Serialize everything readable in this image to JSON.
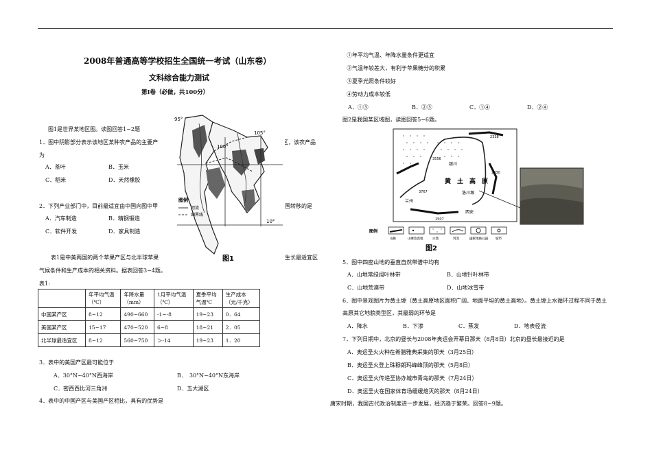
{
  "header": {
    "title": "2008年普通高等学校招生全国统一考试（山东卷）",
    "subtitle": "文科综合能力测试",
    "part": "第Ⅰ卷（必做，共100分）"
  },
  "left": {
    "intro": "图1是世界某地区图。读图回答1~2题",
    "q1_a": "1．图中阴影部分表示该地区某种农产品的主要产",
    "q1_b": "区，该农产品",
    "q1_c": "为",
    "q1_opts": [
      "A．茶叶",
      "B．玉米",
      "C．稻米",
      "D．天然橡胶"
    ],
    "q2_a": "2．下列产业部门中，目前最适宜由中国向图中甲",
    "q2_b": "国转移的是",
    "q2_opts": [
      "A．汽车制造",
      "B．精钢锻造",
      "C．软件开发",
      "D．家具制造"
    ],
    "table_intro_a": "表1是中美两国的两个苹果产区与北半球苹果",
    "table_intro_b": "生长最适宜区",
    "table_intro_c": "气候条件和生产成本的相关资料。据表回答3~4题。",
    "table_label": "表1:",
    "table": {
      "headers": [
        "",
        "年平均气温（℃）",
        "年降水量（mm）",
        "1月平均气温（℃）",
        "夏季平均气温℃",
        "生产成本（元/千克）"
      ],
      "header_top": [
        "",
        "年平均气温",
        "年降水量",
        "1月平均气温",
        "夏季平均",
        "生产成本"
      ],
      "header_bottom": [
        "",
        "（℃）",
        "（mm）",
        "（℃）",
        "气温℃",
        "（元/千克）"
      ],
      "rows": [
        [
          "中国某产区",
          "8~12",
          "490~660",
          "-1~-8",
          "19~23",
          "0．64"
        ],
        [
          "美国某产区",
          "15~17",
          "470~520",
          "6~8",
          "18~21",
          "2．05"
        ],
        [
          "北半球最适宜区",
          "8~12",
          "560~750",
          "＞-14",
          "19~23",
          "1．20"
        ]
      ]
    },
    "q3": "3．表中的美国产区最可能位于",
    "q3_opts": [
      "A．30°N~40°N西海岸",
      "B．　30°N~40°N东海岸",
      "C．密西西比河三角洲",
      "D．五大湖区"
    ],
    "q4": "4．表中的中国产区与美国产区相比，具有的优势是"
  },
  "figure1": {
    "label_95": "95°",
    "label_105": "105°",
    "label_100": "100°",
    "label_10": "10°",
    "legend_title": "图例",
    "legend_items": [
      "河流",
      "国界线"
    ],
    "caption": "图1"
  },
  "right": {
    "q4_opts": [
      "①年平均气温、年降水量条件更适宜",
      "②气温年较差大，有利于苹果糖分的积累",
      "③夏季光照条件较好",
      "④劳动力成本较低"
    ],
    "q4_choices": [
      "A．①③",
      "B．②③",
      "C．①④",
      "D．②④"
    ],
    "fig2_intro": "图2是我国某区域图，读图回答5~6题。",
    "q5": "5．图中四座山地的垂直自然带谱中均有",
    "q5_opts": [
      "A．山地常绿阔叶林带",
      "B．山地针叶林带",
      "C．山地荒漠带",
      "D．山地冰雪带"
    ],
    "q6_a": "6．图中景观图片为黄土塬（黄土高原地区面积广阔、地面平坦的黄土高地）。黄土塬上水循环过程不同于黄土",
    "q6_b": "高原其它地貌类型区，其最弱的环节是",
    "q6_opts": [
      "A．降水",
      "B．下渗",
      "C．蒸发",
      "D．地表径流"
    ],
    "q7": "7．下列日期中，北京的昼长与2008年奥运会开幕日那天（8月8日）北京的昼长最接近的是",
    "q7_opts": [
      "A．奥运圣火火种在希腊雅典采集的那天（3月25日）",
      "B．奥运圣火登上珠穆朗玛峰峰顶的那天（5月8日）",
      "C．奥运圣火传递至协办城市青岛的那天（7月24日）",
      "D．奥运圣火在国家体育场缓缓熄灭的那天（8月24日）"
    ],
    "tang": "唐宋时期，我国古代政治制度进一步发展，经济趋于繁荣。回答8~9题。"
  },
  "figure2": {
    "labels": {
      "huangtu": "黄　土　高　原",
      "lanzhou": "兰州",
      "yinchuan": "银川",
      "luochuan": "洛川塬",
      "xian": "西安",
      "e1": "3556",
      "e2": "2830",
      "e3": "1507",
      "e4": "3767",
      "e5": "2338",
      "caption": "图2"
    },
    "legend_title": "图例",
    "legend_items": [
      "山脉",
      "山峰及高程",
      "沙漠",
      "河流",
      "国家地质公园",
      "城市"
    ]
  }
}
